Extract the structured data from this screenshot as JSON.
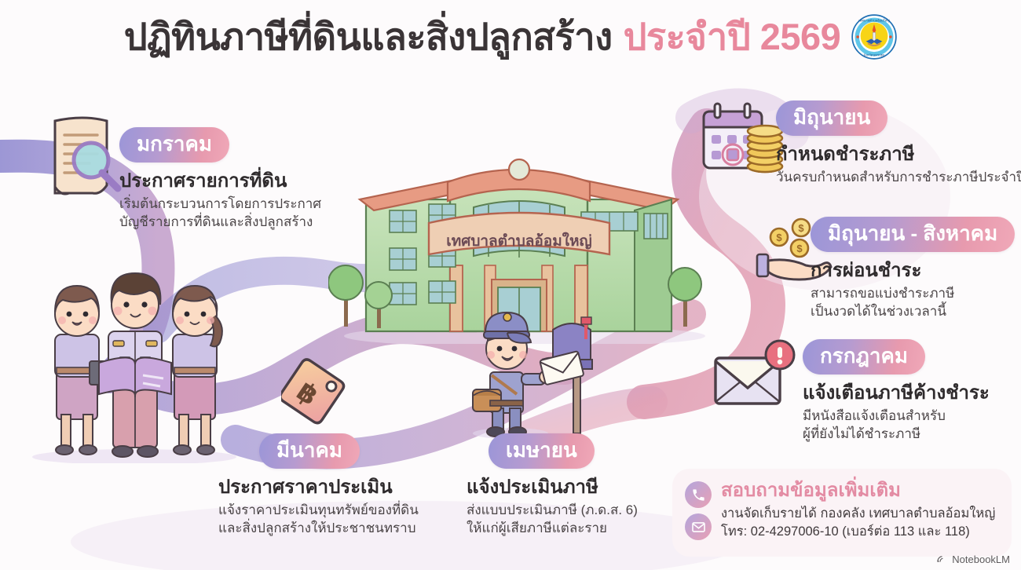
{
  "header": {
    "title_main": "ปฏิทินภาษีที่ดินและสิ่งปลูกสร้าง",
    "title_year": "ประจำปี 2569",
    "logo_name": "municipal-seal",
    "logo_text_top": "เทศบาลตำบลอ้อมใหญ่",
    "logo_text_bottom": "จังหวัดนครปฐม"
  },
  "building": {
    "sign": "เทศบาลตำบลอ้อมใหญ่"
  },
  "months": [
    {
      "key": "january",
      "badge": "มกราคม",
      "heading": "ประกาศรายการที่ดิน",
      "desc_line1": "เริ่มต้นกระบวนการโดยการประกาศ",
      "desc_line2": "บัญชีรายการที่ดินและสิ่งปลูกสร้าง",
      "icon": "document-magnifier-icon"
    },
    {
      "key": "march",
      "badge": "มีนาคม",
      "heading": "ประกาศราคาประเมิน",
      "desc_line1": "แจ้งราคาประเมินทุนทรัพย์ของที่ดิน",
      "desc_line2": "และสิ่งปลูกสร้างให้ประชาชนทราบ",
      "icon": "price-tag-baht-icon"
    },
    {
      "key": "april",
      "badge": "เมษายน",
      "heading": "แจ้งประเมินภาษี",
      "desc_line1": "ส่งแบบประเมินภาษี (ภ.ด.ส. 6)",
      "desc_line2": "ให้แก่ผู้เสียภาษีแต่ละราย",
      "icon": "postman-mailbox-icon"
    },
    {
      "key": "june",
      "badge": "มิถุนายน",
      "heading": "กำหนดชำระภาษี",
      "desc_line1": "วันครบกำหนดสำหรับการชำระภาษีประจำปี",
      "desc_line2": "",
      "icon": "calendar-coins-icon"
    },
    {
      "key": "june-august",
      "badge": "มิถุนายน - สิงหาคม",
      "heading": "การผ่อนชำระ",
      "desc_line1": "สามารถขอแบ่งชำระภาษี",
      "desc_line2": "เป็นงวดได้ในช่วงเวลานี้",
      "icon": "hand-coins-icon"
    },
    {
      "key": "july",
      "badge": "กรกฎาคม",
      "heading": "แจ้งเตือนภาษีค้างชำระ",
      "desc_line1": "มีหนังสือแจ้งเตือนสำหรับ",
      "desc_line2": "ผู้ที่ยังไม่ได้ชำระภาษี",
      "icon": "envelope-alert-icon"
    }
  ],
  "contact": {
    "title": "สอบถามข้อมูลเพิ่มเติม",
    "line1": "งานจัดเก็บรายได้ กองคลัง เทศบาลตำบลอ้อมใหญ่",
    "line2": "โทร: 02-4297006-10 (เบอร์ต่อ 113 และ 118)",
    "phone_icon": "phone-icon",
    "mail_icon": "envelope-icon"
  },
  "footer": {
    "brand": "NotebookLM",
    "icon": "notebooklm-logo-icon"
  },
  "colors": {
    "accent_pink": "#e8889c",
    "accent_purple": "#9b96d8",
    "ribbon_purple": "#9a93d6",
    "ribbon_pink": "#dfa0b6",
    "building_green": "#b9dcae",
    "building_roof": "#e79b83",
    "background": "#fdfbfc",
    "card_bg": "#fbf3f6",
    "text_dark": "#2f2b2d"
  }
}
